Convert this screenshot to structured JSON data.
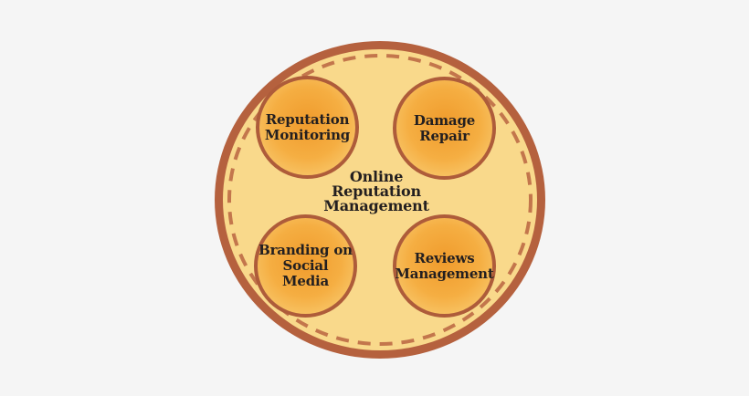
{
  "diagram": {
    "center_title": "Online\nReputation\nManagement",
    "nodes": [
      {
        "id": "reputation-monitoring",
        "label": "Reputation\nMonitoring"
      },
      {
        "id": "damage-repair",
        "label": "Damage\nRepair"
      },
      {
        "id": "branding-on-social-media",
        "label": "Branding on\nSocial Media"
      },
      {
        "id": "reviews-management",
        "label": "Reviews\nManagement"
      }
    ],
    "colors": {
      "page_background": "#f5f5f5",
      "outer_circle_fill": "#f9d98b",
      "outer_circle_border": "#b5613e",
      "dashed_ring": "#c3764c",
      "node_border": "#ae5c3a",
      "node_fill_center": "#f09b2c",
      "node_fill_mid": "#f5ae42",
      "node_fill_edge": "#fad480",
      "text": "#231f20"
    }
  }
}
